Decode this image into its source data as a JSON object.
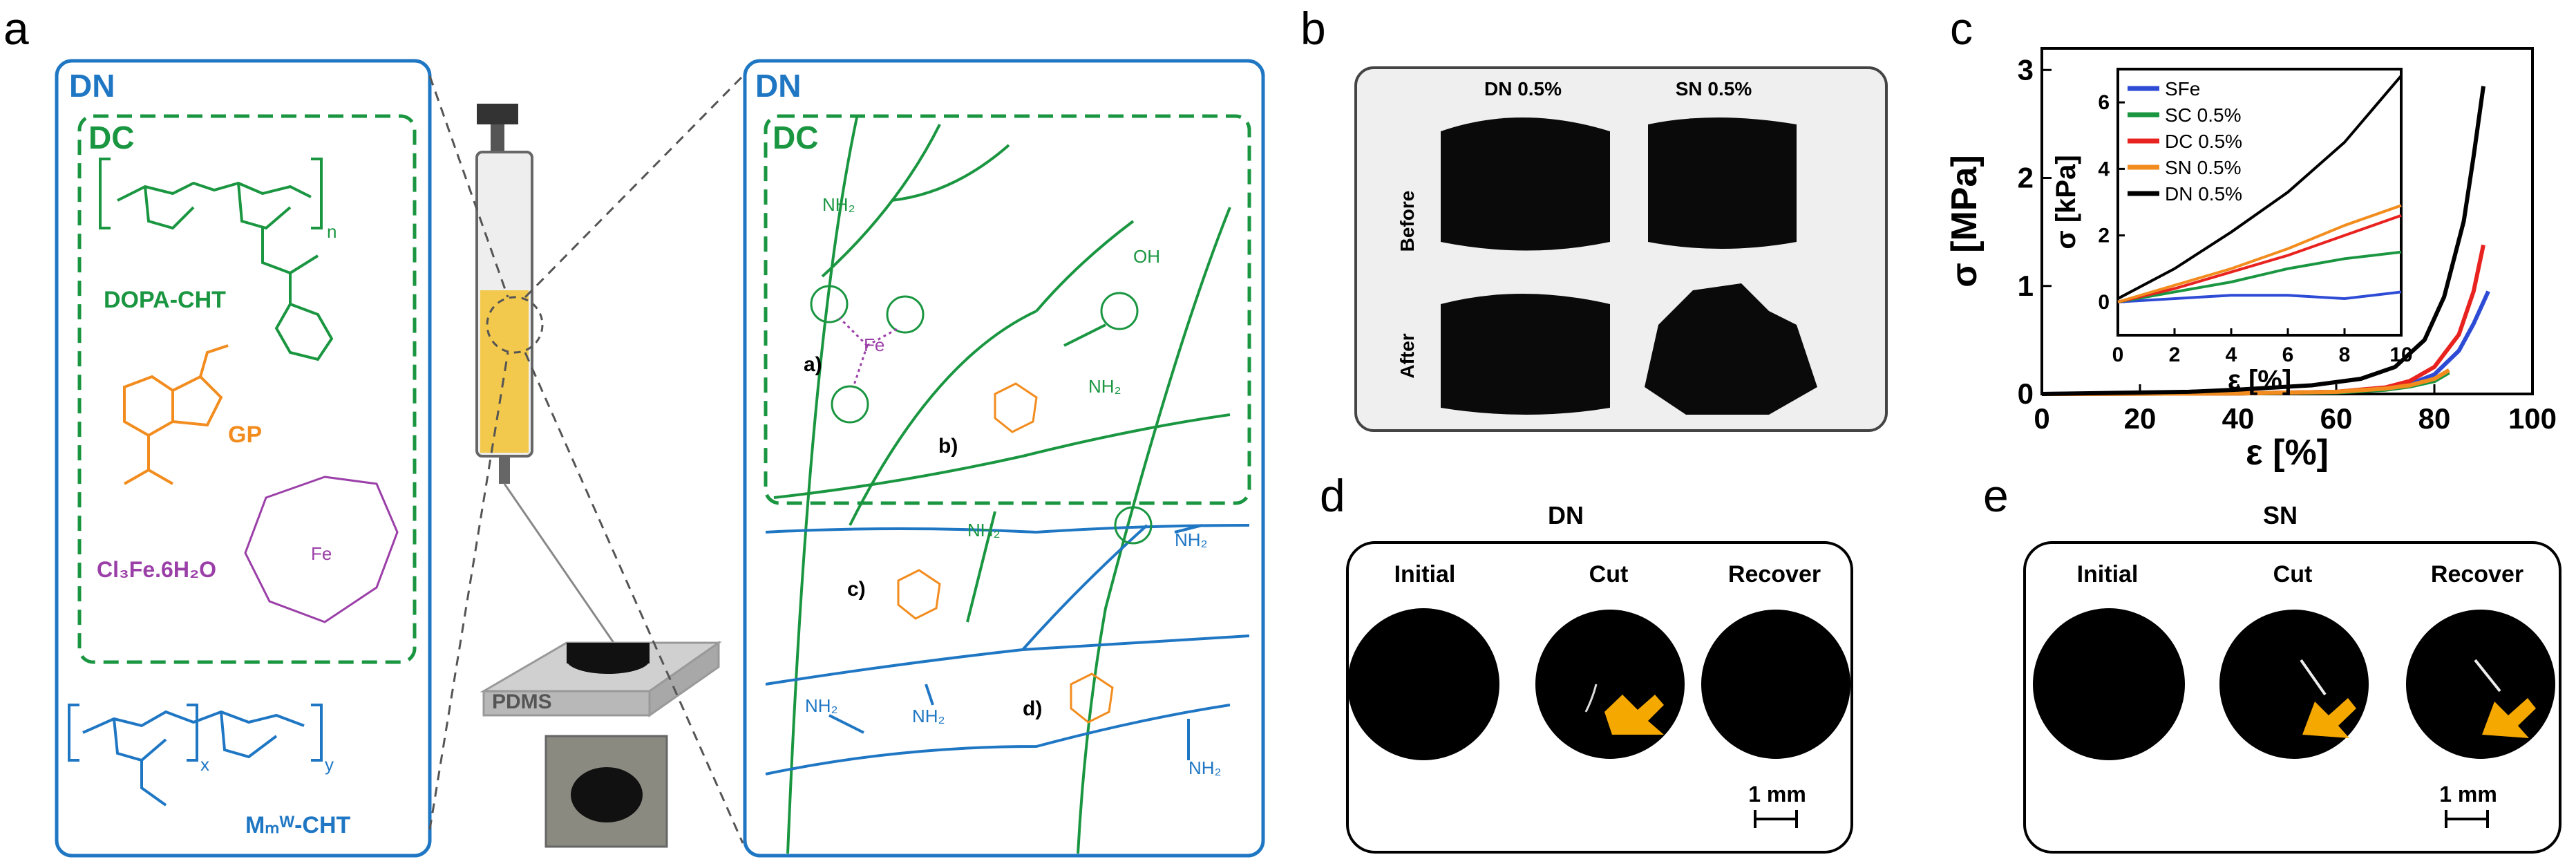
{
  "panels": {
    "a": {
      "letter": "a",
      "left_box": {
        "dn_label": "DN",
        "dc_label": "DC",
        "dopa_cht": "DOPA-CHT",
        "gp": "GP",
        "fecl": "Cl₃Fe.6H₂O",
        "mmw_chit": "Mₘᵂ-CHT",
        "n_sub": "n",
        "x_sub": "x",
        "y_sub": "y"
      },
      "pdms_label": "PDMS",
      "right_box": {
        "dn_label": "DN",
        "dc_label": "DC",
        "markers": [
          "a)",
          "b)",
          "c)",
          "d)"
        ],
        "nh2": "NH₂",
        "oh": "OH",
        "fe": "Fe"
      }
    },
    "b": {
      "letter": "b",
      "col_labels": [
        "DN 0.5%",
        "SN 0.5%"
      ],
      "row_labels": [
        "Before",
        "After"
      ]
    },
    "c": {
      "letter": "c"
    },
    "d": {
      "letter": "d",
      "title": "DN",
      "labels": [
        "Initial",
        "Cut",
        "Recover"
      ],
      "scale": "1 mm"
    },
    "e": {
      "letter": "e",
      "title": "SN",
      "labels": [
        "Initial",
        "Cut",
        "Recover"
      ],
      "scale": "1 mm"
    }
  },
  "colors": {
    "dn_blue": "#1f77c4",
    "dc_green": "#1a9641",
    "gp_orange": "#f28c1e",
    "fe_purple": "#9b3fa8",
    "arrow_yellow": "#f5a800"
  },
  "chart_data": [
    {
      "type": "line",
      "panel": "c main",
      "xlabel": "ε [%]",
      "ylabel": "σ [MPa]",
      "xlim": [
        0,
        100
      ],
      "ylim": [
        0,
        3.2
      ],
      "xticks": [
        "0",
        "20",
        "40",
        "60",
        "80",
        "100"
      ],
      "yticks": [
        "0",
        "1",
        "2",
        "3"
      ],
      "series": [
        {
          "name": "SFe",
          "color": "#2e4bd6",
          "x": [
            0,
            40,
            60,
            70,
            75,
            80,
            85,
            88,
            91
          ],
          "y": [
            0,
            0.005,
            0.02,
            0.05,
            0.09,
            0.18,
            0.4,
            0.65,
            0.95
          ]
        },
        {
          "name": "SC 0.5%",
          "color": "#1a9641",
          "x": [
            0,
            40,
            60,
            70,
            75,
            80,
            83
          ],
          "y": [
            0,
            0.005,
            0.015,
            0.04,
            0.07,
            0.12,
            0.2
          ]
        },
        {
          "name": "DC 0.5%",
          "color": "#e8231f",
          "x": [
            0,
            40,
            60,
            70,
            75,
            80,
            85,
            88,
            90
          ],
          "y": [
            0,
            0.005,
            0.02,
            0.06,
            0.12,
            0.25,
            0.55,
            0.95,
            1.38
          ]
        },
        {
          "name": "SN 0.5%",
          "color": "#f28c1e",
          "x": [
            0,
            40,
            60,
            70,
            75,
            80,
            83
          ],
          "y": [
            0,
            0.005,
            0.02,
            0.05,
            0.08,
            0.14,
            0.22
          ]
        },
        {
          "name": "DN 0.5%",
          "color": "#000000",
          "x": [
            0,
            30,
            40,
            55,
            65,
            72,
            78,
            82,
            86,
            88,
            90
          ],
          "y": [
            0,
            0.02,
            0.04,
            0.08,
            0.14,
            0.25,
            0.5,
            0.9,
            1.6,
            2.2,
            2.85
          ]
        }
      ]
    },
    {
      "type": "line",
      "panel": "c inset",
      "xlabel": "ε [%]",
      "ylabel": "σ [kPa]",
      "xlim": [
        0,
        10
      ],
      "ylim": [
        -1,
        7
      ],
      "xticks": [
        "0",
        "2",
        "4",
        "6",
        "8",
        "10"
      ],
      "yticks": [
        "0",
        "2",
        "4",
        "6"
      ],
      "legend": "top-left",
      "series": [
        {
          "name": "SFe",
          "color": "#2e4bd6",
          "x": [
            0,
            2,
            4,
            6,
            8,
            10
          ],
          "y": [
            0.0,
            0.1,
            0.2,
            0.2,
            0.1,
            0.3
          ]
        },
        {
          "name": "SC 0.5%",
          "color": "#1a9641",
          "x": [
            0,
            2,
            4,
            6,
            8,
            10
          ],
          "y": [
            0.0,
            0.3,
            0.6,
            1.0,
            1.3,
            1.5
          ]
        },
        {
          "name": "DC 0.5%",
          "color": "#e8231f",
          "x": [
            0,
            2,
            4,
            6,
            8,
            10
          ],
          "y": [
            0.0,
            0.4,
            0.9,
            1.4,
            2.0,
            2.6
          ]
        },
        {
          "name": "SN 0.5%",
          "color": "#f28c1e",
          "x": [
            0,
            2,
            4,
            6,
            8,
            10
          ],
          "y": [
            0.0,
            0.5,
            1.0,
            1.6,
            2.3,
            2.9
          ]
        },
        {
          "name": "DN 0.5%",
          "color": "#000000",
          "x": [
            0,
            2,
            4,
            6,
            8,
            10
          ],
          "y": [
            0.1,
            1.0,
            2.1,
            3.3,
            4.8,
            6.8
          ]
        }
      ]
    }
  ]
}
